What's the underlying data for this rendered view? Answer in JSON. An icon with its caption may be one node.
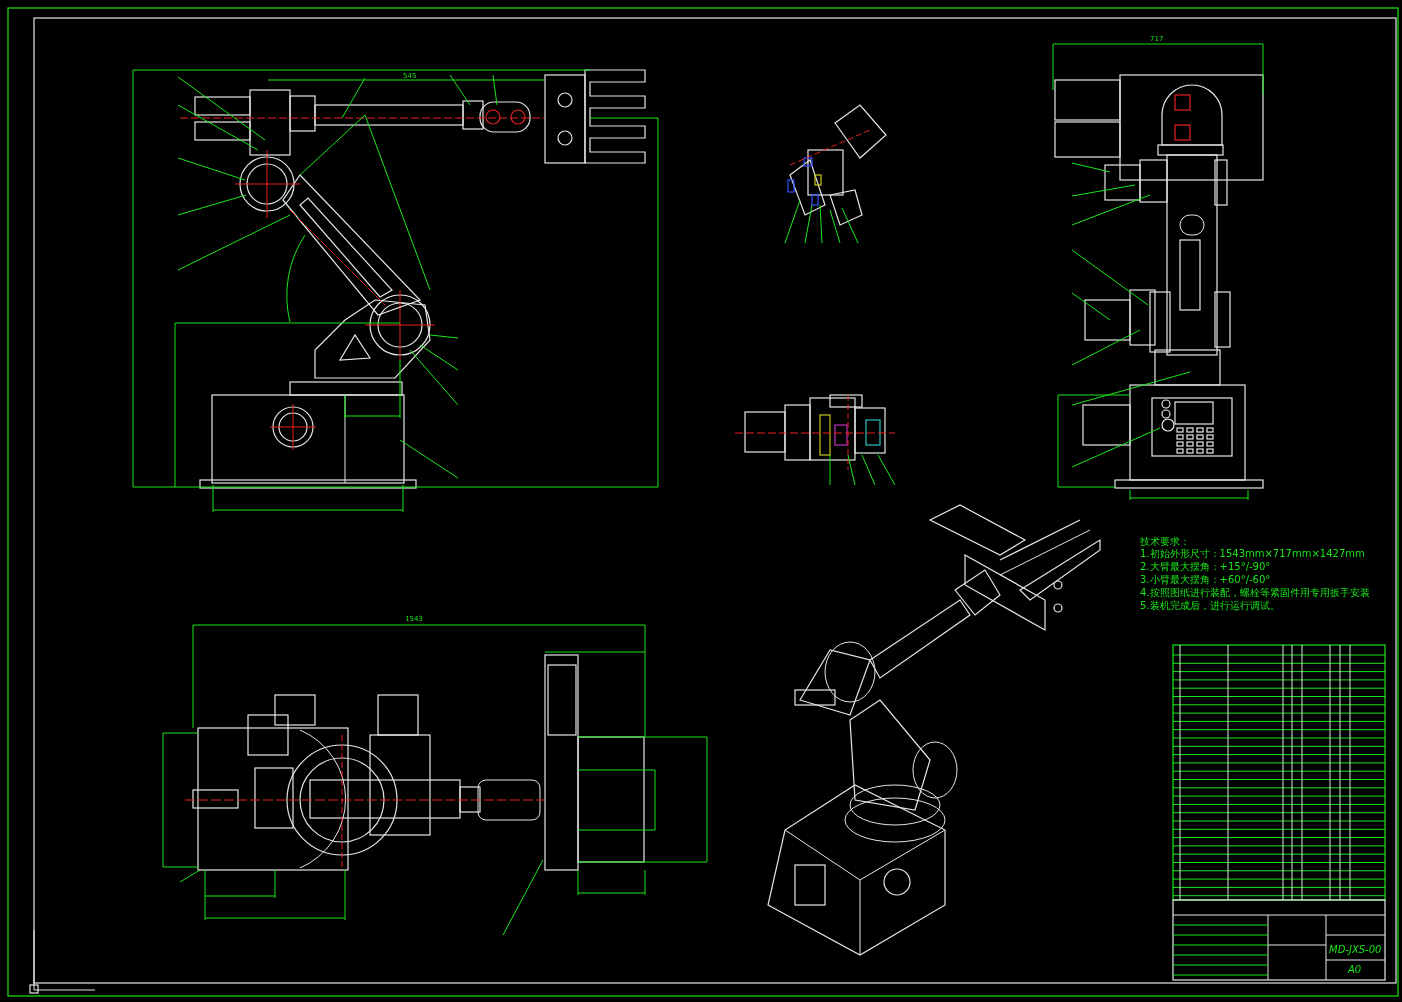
{
  "diagram": {
    "labels": [
      "技术要求：",
      "1.初始外形尺寸：1543mm×717mm×1427mm",
      "2.大臂最大摆角：+15°/-90°",
      "3.小臂最大摆角：+60°/-60°",
      "4.按照图纸进行装配，螺栓等紧固件用专用扳手安装",
      "5.装机完成后，进行运行调试。",
      "1543",
      "717",
      "545",
      "MD-JXS-00",
      "A0"
    ]
  }
}
